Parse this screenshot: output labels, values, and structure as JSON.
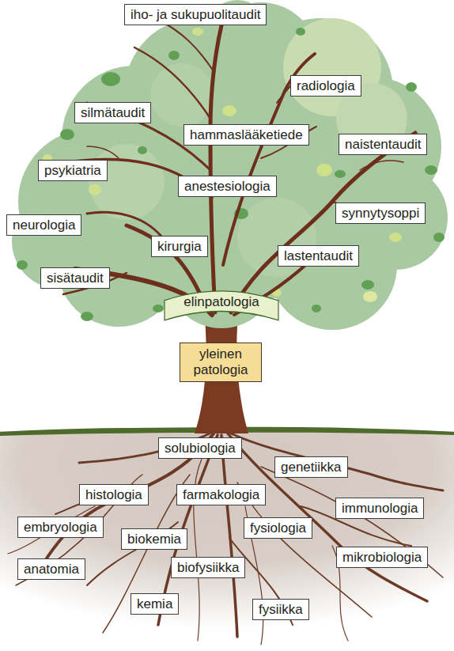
{
  "diagram": {
    "nodes": [
      {
        "text": [
          "iho- ja sukupuolitaudit"
        ]
      },
      {
        "text": [
          "radiologia"
        ]
      },
      {
        "text": [
          "silmätaudit"
        ]
      },
      {
        "text": [
          "hammaslääketiede"
        ]
      },
      {
        "text": [
          "naistentaudit"
        ]
      },
      {
        "text": [
          "psykiatria"
        ]
      },
      {
        "text": [
          "anestesiologia"
        ]
      },
      {
        "text": [
          "synnytysoppi"
        ]
      },
      {
        "text": [
          "neurologia"
        ]
      },
      {
        "text": [
          "kirurgia"
        ]
      },
      {
        "text": [
          "lastentaudit"
        ]
      },
      {
        "text": [
          "sisätaudit"
        ]
      },
      {
        "text": [
          "elinpatologia"
        ]
      },
      {
        "text": [
          "yleinen patologia"
        ]
      },
      {
        "text": [
          "solubiologia"
        ]
      },
      {
        "text": [
          "genetiikka"
        ]
      },
      {
        "text": [
          "histologia"
        ]
      },
      {
        "text": [
          "farmakologia"
        ]
      },
      {
        "text": [
          "immunologia"
        ]
      },
      {
        "text": [
          "embryologia"
        ]
      },
      {
        "text": [
          "fysiologia"
        ]
      },
      {
        "text": [
          "biokemia"
        ]
      },
      {
        "text": [
          "mikrobiologia"
        ]
      },
      {
        "text": [
          "anatomia"
        ]
      },
      {
        "text": [
          "biofysiikka"
        ]
      },
      {
        "text": [
          "kemia"
        ]
      },
      {
        "text": [
          "fysiikka"
        ]
      }
    ]
  }
}
